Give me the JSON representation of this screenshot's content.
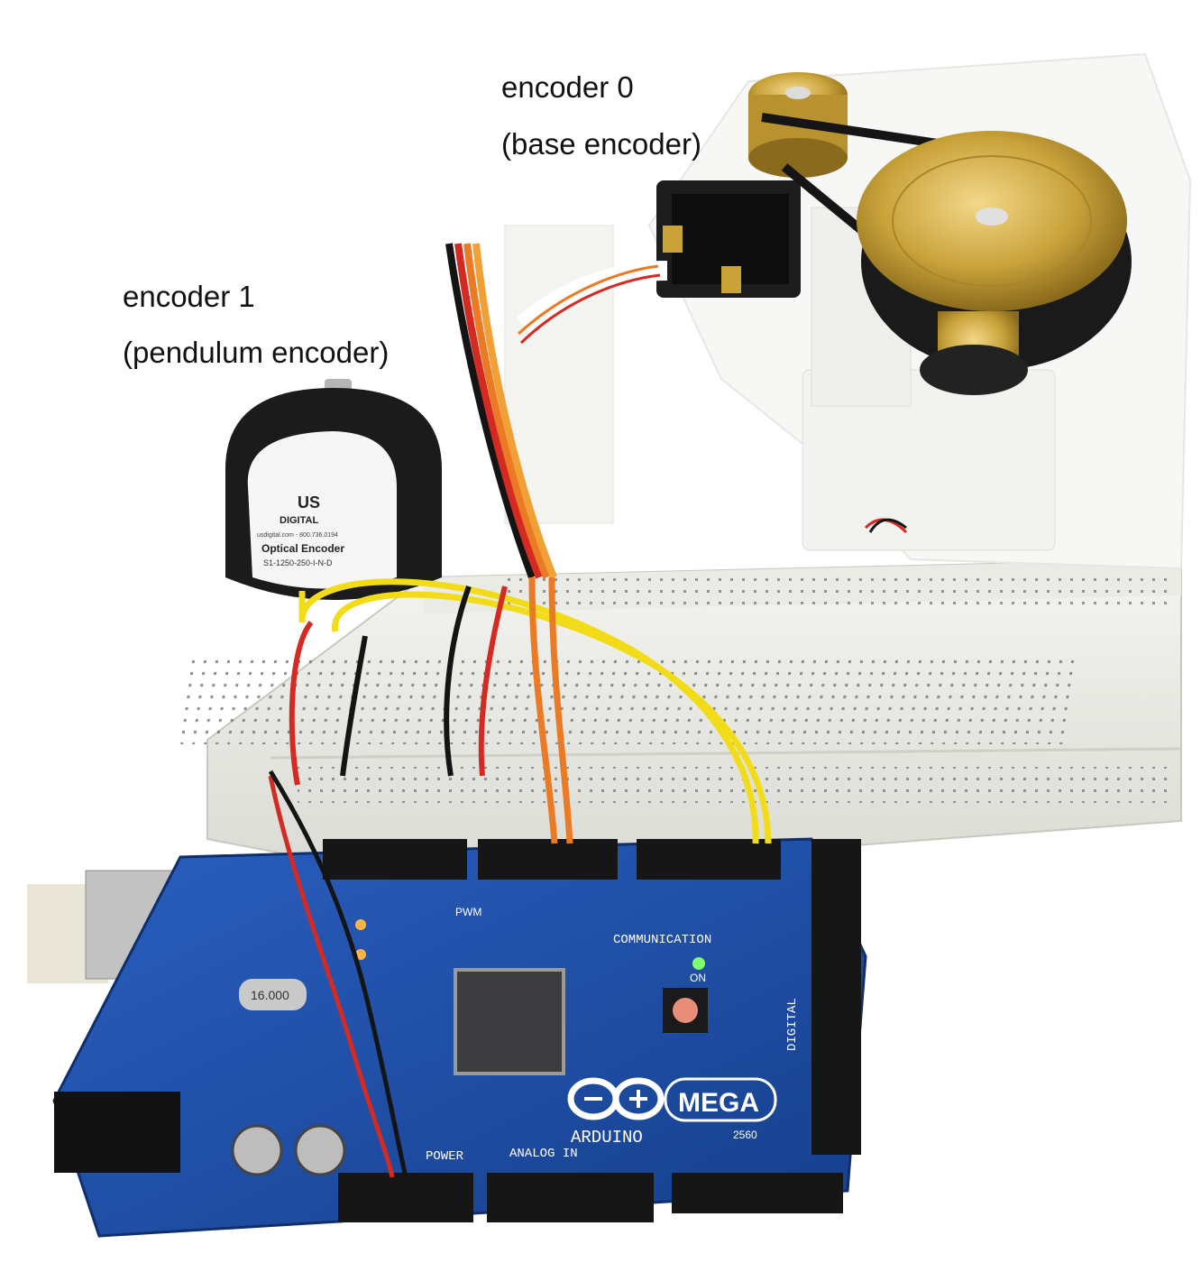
{
  "captions": {
    "encoder0_title": "encoder 0",
    "encoder0_subtitle": "(base encoder)",
    "encoder1_title": "encoder 1",
    "encoder1_subtitle": "(pendulum encoder)"
  },
  "encoder1_label": {
    "brand_top": "US",
    "brand_bottom": "DIGITAL",
    "website": "usdigital.com - 800.736.0194",
    "product": "Optical Encoder",
    "model": "S1-1250-250-I-N-D"
  },
  "arduino": {
    "brand": "ARDUINO",
    "model": "MEGA",
    "model_number": "2560",
    "communication": "COMMUNICATION",
    "power": "POWER",
    "analog_in": "ANALOG IN",
    "digital": "DIGITAL",
    "pwm": "PWM",
    "on_led": "ON",
    "crystal": "16.000"
  },
  "colors": {
    "board": "#1f4fa8",
    "wire_yellow": "#f2dc1a",
    "wire_red": "#d42a22",
    "wire_orange": "#ea7a24",
    "wire_black": "#141414",
    "pulley_gold": "#c9a23a"
  }
}
